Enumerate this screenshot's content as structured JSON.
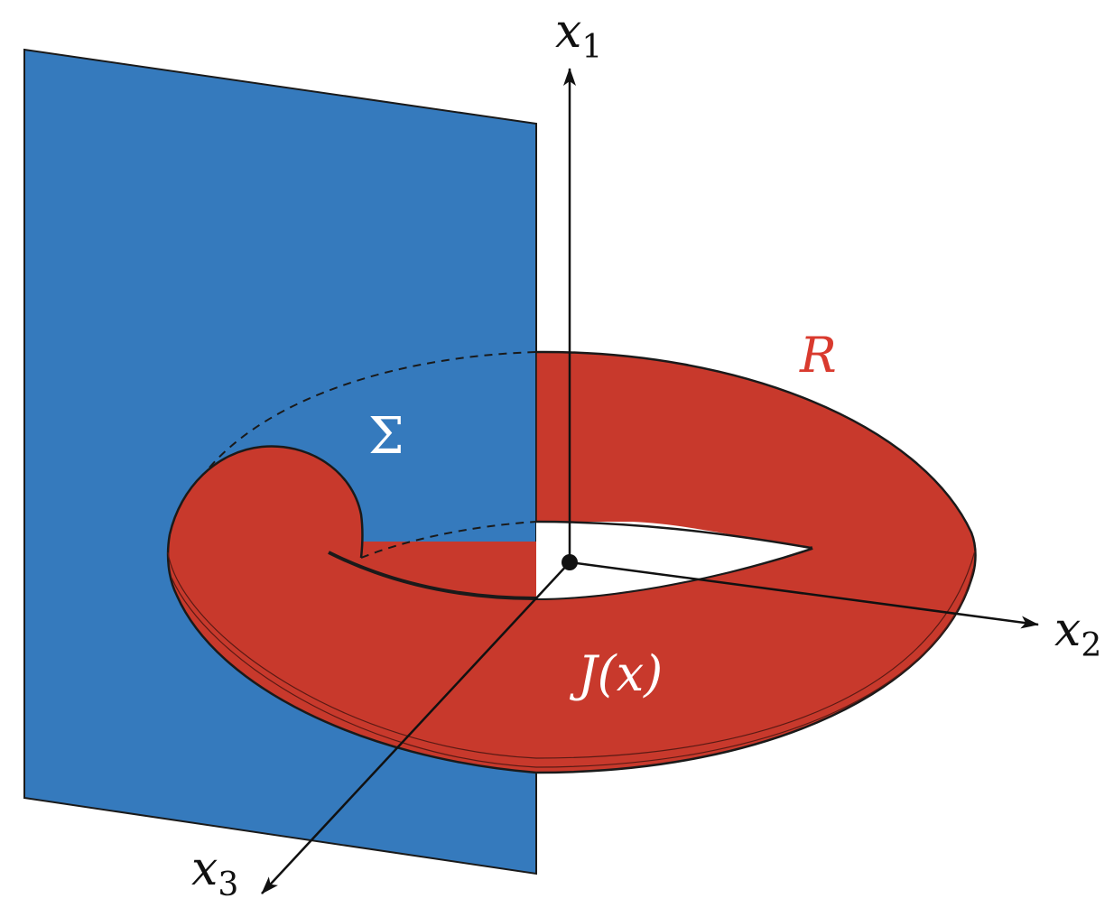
{
  "colors": {
    "plane": "#357ABD",
    "torus": "#C8392C",
    "outline": "#1a1a1a",
    "axis": "#111111",
    "label_white": "#ffffff",
    "label_red": "#D93A2E"
  },
  "labels": {
    "axis_x1": {
      "base": "x",
      "sub": "1"
    },
    "axis_x2": {
      "base": "x",
      "sub": "2"
    },
    "axis_x3": {
      "base": "x",
      "sub": "3"
    },
    "plane_symbol": "Σ",
    "torus_region": "R",
    "current_density": "J(x)"
  }
}
